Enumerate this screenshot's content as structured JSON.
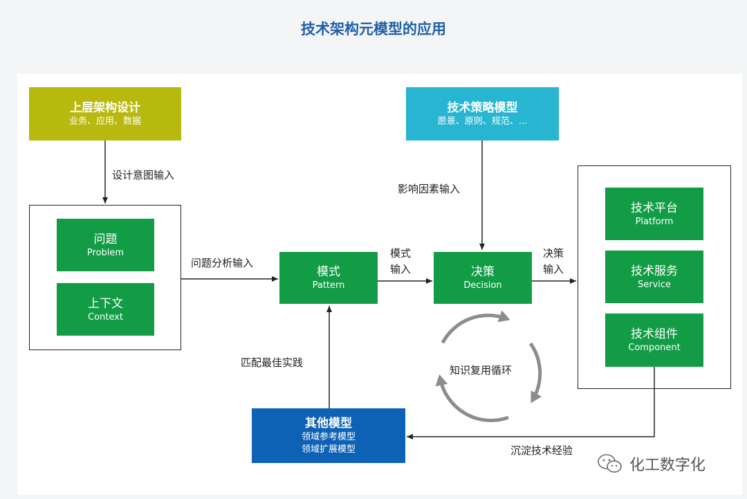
{
  "title": "技术架构元模型的应用",
  "boxes": {
    "upper": {
      "title": "上层架构设计",
      "sub": "业务、应用、数据"
    },
    "strategy": {
      "title": "技术策略模型",
      "sub": "愿景、原则、规范、..."
    },
    "problem": {
      "title": "问题",
      "sub": "Problem"
    },
    "context": {
      "title": "上下文",
      "sub": "Context"
    },
    "pattern": {
      "title": "模式",
      "sub": "Pattern"
    },
    "decision": {
      "title": "决策",
      "sub": "Decision"
    },
    "platform": {
      "title": "技术平台",
      "sub": "Platform"
    },
    "service": {
      "title": "技术服务",
      "sub": "Service"
    },
    "component": {
      "title": "技术组件",
      "sub": "Component"
    },
    "other": {
      "title": "其他模型",
      "sub1": "领域参考模型",
      "sub2": "领域扩展模型"
    }
  },
  "labels": {
    "design_intent": "设计意图输入",
    "influence": "影响因素输入",
    "problem_analysis": "问题分析输入",
    "pattern_input_1": "模式",
    "pattern_input_2": "输入",
    "decision_input_1": "决策",
    "decision_input_2": "输入",
    "best_practice": "匹配最佳实践",
    "reuse_cycle": "知识复用循环",
    "experience": "沉淀技术经验"
  },
  "watermark": "化工数字化",
  "colors": {
    "olive": "#b8b90f",
    "cyan": "#27b5d2",
    "green": "#129c45",
    "blue": "#0d62b6",
    "title": "#1f5fa8"
  }
}
